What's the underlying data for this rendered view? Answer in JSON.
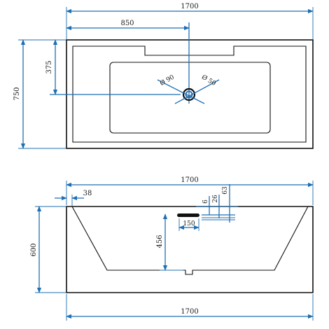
{
  "top_view": {
    "overall_length": "1700",
    "drain_offset_length": "850",
    "overall_width": "750",
    "drain_offset_width": "375",
    "drain_diameter_outer": "Ø 90",
    "drain_diameter_inner": "Ø 50"
  },
  "side_view": {
    "overall_length_top": "1700",
    "rim_thickness": "38",
    "overflow_offset_a": "6",
    "overflow_offset_b": "26",
    "overflow_offset_c": "63",
    "overflow_width": "150",
    "overall_height": "600",
    "inner_depth": "456",
    "overall_length_bottom": "1700"
  },
  "colors": {
    "dimension_line": "#1f6fb2",
    "outline": "#111111"
  }
}
